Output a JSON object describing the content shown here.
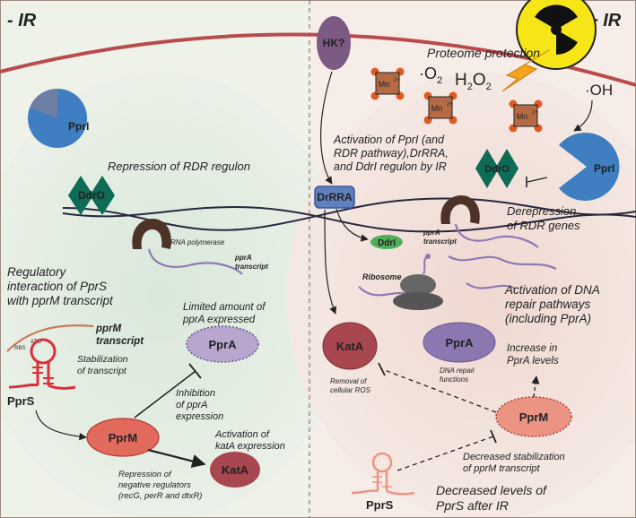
{
  "panels": {
    "left_title": "- IR",
    "right_title": "+ IR"
  },
  "colors": {
    "left_bg": "#e7eee3",
    "right_bg": "#f3e6e1",
    "membrane": "#b94a4e",
    "ppri": "#3f7ec0",
    "ddro": "#0d6b56",
    "drrra": "#5e80c0",
    "hk": "#7d5a84",
    "ddri": "#4fae5a",
    "prm": "#e26a5d",
    "ppra": "#8d77b0",
    "kata": "#a8474f",
    "mn": "#b46a45",
    "rna_polymerase": "#4d3327",
    "transcript": "#8f79b6",
    "ribosome": "#5d5d5d",
    "pprs": "#d9303a"
  },
  "labels": {
    "hk": "HK?",
    "proteome_protection": "Proteome protection",
    "mn": "Mn",
    "mn_sup": "2+",
    "o2_radical": "·O",
    "o2_sub": "2",
    "h2o2_h": "H",
    "h2o2_sub1": "2",
    "h2o2_o": "O",
    "h2o2_sub2": "2",
    "oh_radical": "·OH",
    "ppri": "PprI",
    "ddro": "DdrO",
    "drrra": "DrRRA",
    "ddri": "DdrI",
    "repression_rdr": "Repression of RDR regulon",
    "activation_ppri_1": "Activation of PprI (and",
    "activation_ppri_2": "RDR pathway),DrRRA,",
    "activation_ppri_3": "and DdrI regulon by IR",
    "rna_polymerase": "RNA polymerase",
    "ppra_transcript_left_1": "pprA",
    "ppra_transcript_left_2": "transcript",
    "ppra_transcript_right_1": "pprA",
    "ppra_transcript_right_2": "transcript",
    "derepression_1": "Derepression",
    "derepression_2": "of RDR genes",
    "ribosome": "Ribosome",
    "activation_dna_1": "Activation of DNA",
    "activation_dna_2": "repair pathways",
    "activation_dna_3": "(including PprA)",
    "regulatory_1": "Regulatory",
    "regulatory_2": "interaction of PprS",
    "regulatory_3": "with pprM transcript",
    "limited_1": "Limited amount of",
    "limited_2": "pprA expressed",
    "pprm_transcript_1": "pprM",
    "pprm_transcript_2": "transcript",
    "stabilization_1": "Stabilization",
    "stabilization_2": "of transcript",
    "rbs": "RBS",
    "atg": "ATG",
    "pprs": "PprS",
    "ppra": "PprA",
    "pprm": "PprM",
    "kata": "KatA",
    "inhibition_1": "Inhibition",
    "inhibition_2": "of pprA",
    "inhibition_3": "expression",
    "activation_kata_1": "Activation of",
    "activation_kata_2": "katA expression",
    "repression_neg_1": "Repression of",
    "repression_neg_2": "negative regulators",
    "repression_neg_3": "(recG, perR and dtxR)",
    "removal_1": "Removal of",
    "removal_2": "cellular ROS",
    "dna_repair_1": "DNA repair",
    "dna_repair_2": "functions",
    "increase_1": "Increase in",
    "increase_2": "PprA levels",
    "decreased_stab_1": "Decreased stabilization",
    "decreased_stab_2": "of pprM transcript",
    "decreased_levels_1": "Decreased levels of",
    "decreased_levels_2": "PprS after IR"
  }
}
